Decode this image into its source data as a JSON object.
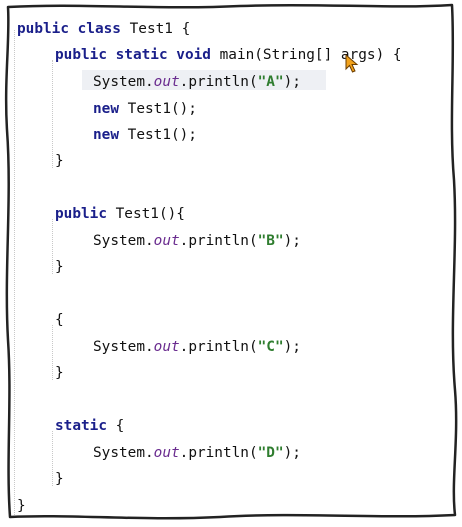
{
  "code": {
    "lines": [
      {
        "indent": 0,
        "tokens": [
          {
            "t": "public class",
            "c": "kw"
          },
          {
            "t": " Test1 {"
          }
        ]
      },
      {
        "indent": 1,
        "tokens": [
          {
            "t": "public static void",
            "c": "kw"
          },
          {
            "t": " main(String[] args) {"
          }
        ]
      },
      {
        "indent": 2,
        "tokens": [
          {
            "t": "System."
          },
          {
            "t": "out",
            "c": "fld"
          },
          {
            "t": ".println("
          },
          {
            "t": "\"A\"",
            "c": "str"
          },
          {
            "t": ");"
          }
        ]
      },
      {
        "indent": 2,
        "tokens": [
          {
            "t": "new",
            "c": "kw"
          },
          {
            "t": " Test1();"
          }
        ]
      },
      {
        "indent": 2,
        "tokens": [
          {
            "t": "new",
            "c": "kw"
          },
          {
            "t": " Test1();"
          }
        ]
      },
      {
        "indent": 1,
        "tokens": [
          {
            "t": "}"
          }
        ]
      },
      {
        "blank": true
      },
      {
        "indent": 1,
        "tokens": [
          {
            "t": "public",
            "c": "kw"
          },
          {
            "t": " Test1(){"
          }
        ]
      },
      {
        "indent": 2,
        "tokens": [
          {
            "t": "System."
          },
          {
            "t": "out",
            "c": "fld"
          },
          {
            "t": ".println("
          },
          {
            "t": "\"B\"",
            "c": "str"
          },
          {
            "t": ");"
          }
        ]
      },
      {
        "indent": 1,
        "tokens": [
          {
            "t": "}"
          }
        ]
      },
      {
        "blank": true
      },
      {
        "indent": 1,
        "tokens": [
          {
            "t": "{"
          }
        ]
      },
      {
        "indent": 2,
        "tokens": [
          {
            "t": "System."
          },
          {
            "t": "out",
            "c": "fld"
          },
          {
            "t": ".println("
          },
          {
            "t": "\"C\"",
            "c": "str"
          },
          {
            "t": ");"
          }
        ]
      },
      {
        "indent": 1,
        "tokens": [
          {
            "t": "}"
          }
        ]
      },
      {
        "blank": true
      },
      {
        "indent": 1,
        "tokens": [
          {
            "t": "static",
            "c": "kw"
          },
          {
            "t": " {"
          }
        ]
      },
      {
        "indent": 2,
        "tokens": [
          {
            "t": "System."
          },
          {
            "t": "out",
            "c": "fld"
          },
          {
            "t": ".println("
          },
          {
            "t": "\"D\"",
            "c": "str"
          },
          {
            "t": ");"
          }
        ]
      },
      {
        "indent": 1,
        "tokens": [
          {
            "t": "}"
          }
        ]
      },
      {
        "indent": 0,
        "tokens": [
          {
            "t": "}"
          }
        ]
      }
    ]
  },
  "colors": {
    "keyword": "#1a1f8a",
    "field": "#6a2c8f",
    "string": "#2f7d2f",
    "text": "#111111",
    "current_line": "#eef0f4",
    "cursor": "#f2a21b"
  },
  "icons": {
    "cursor": "mouse-pointer-icon"
  }
}
